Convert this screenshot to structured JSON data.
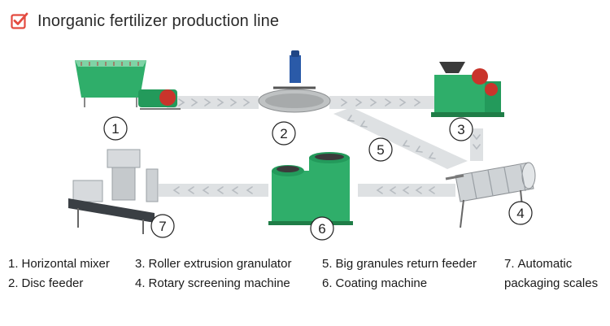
{
  "header": {
    "title": "Inorganic fertilizer production line",
    "icon": "checkbox-checked-icon",
    "accent_color": "#e34a3f"
  },
  "diagram": {
    "flow_color": "#d4d7da",
    "chevron_color": "#b7bcc1",
    "machine_color": "#2fae6a",
    "steps": [
      {
        "number": "1",
        "machine": "horizontal-mixer"
      },
      {
        "number": "2",
        "machine": "disc-feeder"
      },
      {
        "number": "3",
        "machine": "roller-extrusion-granulator"
      },
      {
        "number": "4",
        "machine": "rotary-screening-machine"
      },
      {
        "number": "5",
        "machine": "big-granules-return-feeder"
      },
      {
        "number": "6",
        "machine": "coating-machine"
      },
      {
        "number": "7",
        "machine": "automatic-packaging-scales"
      }
    ]
  },
  "legend": {
    "items": [
      {
        "num": "1.",
        "label": "Horizontal mixer"
      },
      {
        "num": "2.",
        "label": "Disc feeder"
      },
      {
        "num": "3.",
        "label": "Roller extrusion granulator"
      },
      {
        "num": "4.",
        "label": "Rotary screening machine"
      },
      {
        "num": "5.",
        "label": "Big granules return feeder"
      },
      {
        "num": "6.",
        "label": "Coating machine"
      },
      {
        "num": "7.",
        "label": "Automatic"
      },
      {
        "num": "",
        "label": "packaging scales"
      }
    ]
  }
}
